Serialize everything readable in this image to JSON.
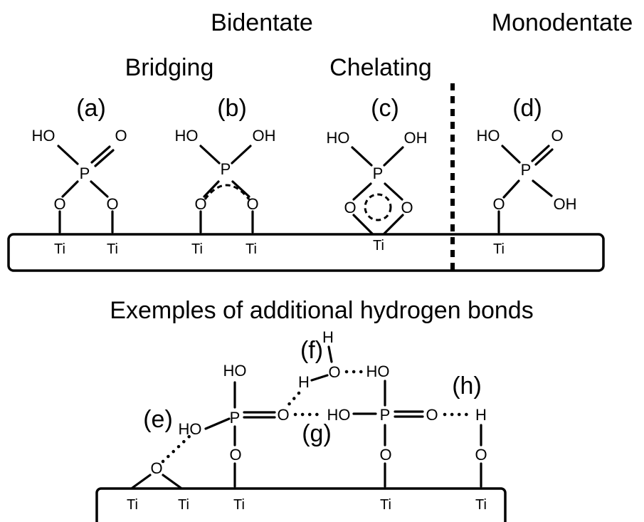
{
  "header": {
    "bidentate": "Bidentate",
    "monodentate": "Monodentate",
    "bridging": "Bridging",
    "chelating": "Chelating"
  },
  "panels": {
    "a": "(a)",
    "b": "(b)",
    "c": "(c)",
    "d": "(d)"
  },
  "section2": {
    "title": "Exemples of additional hydrogen bonds",
    "e": "(e)",
    "f": "(f)",
    "g": "(g)",
    "h": "(h)"
  },
  "atoms": {
    "ho": "HO",
    "oh": "OH",
    "o": "O",
    "p": "P",
    "h": "H",
    "ti": "Ti"
  }
}
